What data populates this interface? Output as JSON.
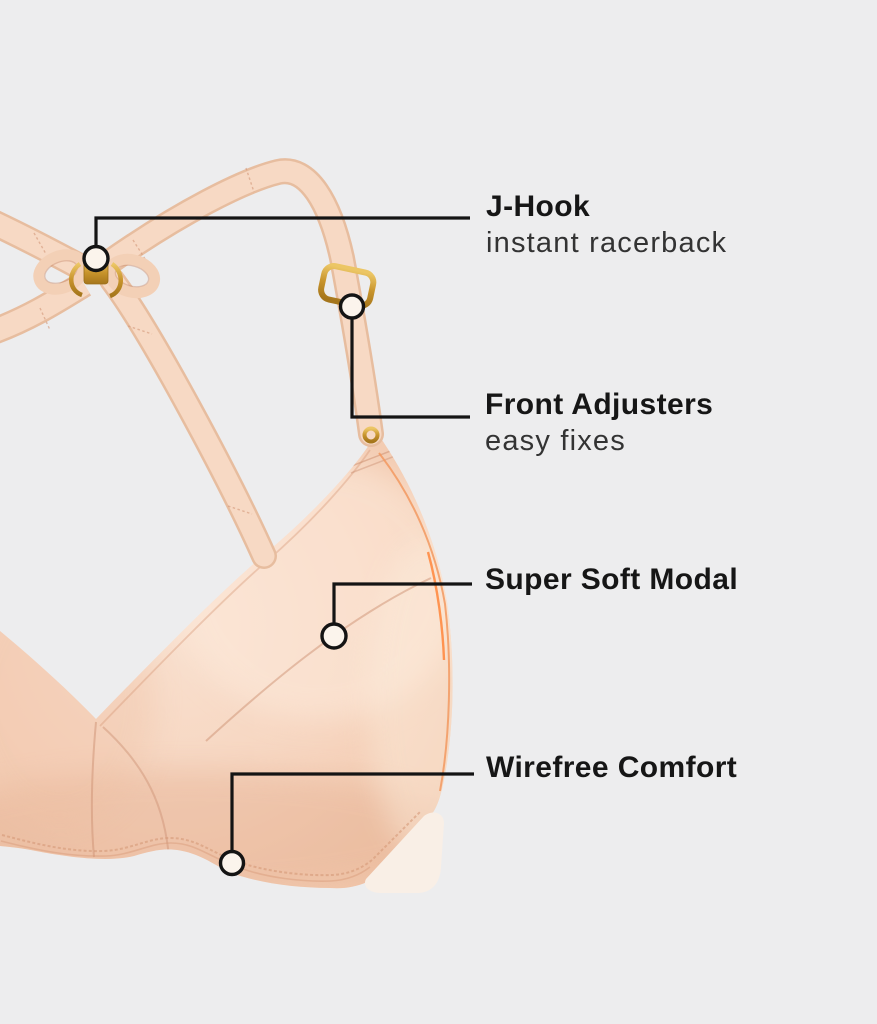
{
  "page": {
    "type": "product feature infographic",
    "background_color": "#ededee"
  },
  "product": {
    "name": "racerback wirefree bra photo",
    "colors": {
      "fabric": "#f6d4be",
      "fabric_highlight": "#f9e1d0",
      "fabric_shadow": "#eec0a4",
      "strap": "#f7d9c4",
      "strap_edge": "#e7bd9f",
      "band_cream": "#f9efe6",
      "hardware_gold": "#c8942c",
      "seam_orange": "#f29960"
    }
  },
  "annotation": {
    "line_color": "#141414",
    "marker_fill": "#fbf4ec",
    "marker_stroke": "#141414",
    "text_color": "#161616"
  },
  "callouts": [
    {
      "id": "j-hook",
      "title": "J-Hook",
      "subtitle": "instant racerback",
      "marker": "circle-marker"
    },
    {
      "id": "front-adjusters",
      "title": "Front Adjusters",
      "subtitle": "easy fixes",
      "marker": "circle-marker"
    },
    {
      "id": "super-soft-modal",
      "title": "Super Soft Modal",
      "subtitle": "",
      "marker": "circle-marker"
    },
    {
      "id": "wirefree-comfort",
      "title": "Wirefree Comfort",
      "subtitle": "",
      "marker": "circle-marker"
    }
  ]
}
